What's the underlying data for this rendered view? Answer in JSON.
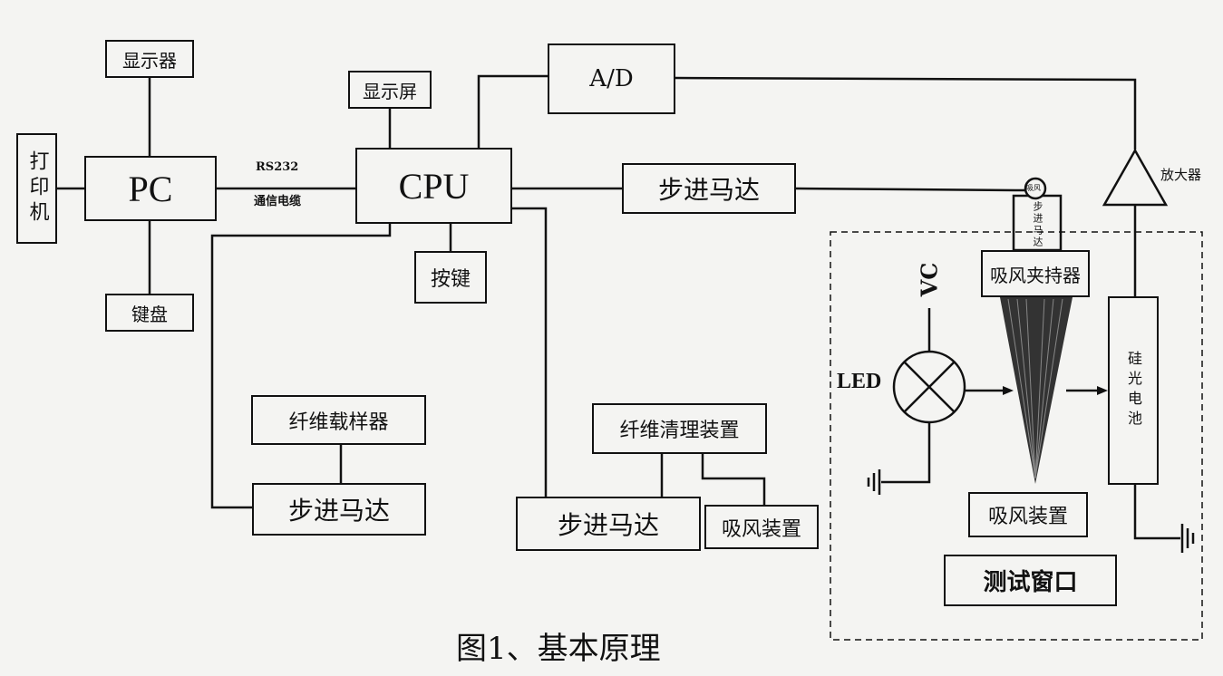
{
  "blocks": {
    "monitor": "显示器",
    "pc": "PC",
    "printer": "打印机",
    "keyboard": "键盘",
    "display_screen": "显示屏",
    "cpu": "CPU",
    "ad": "A/D",
    "buttons": "按键",
    "stepper_main": "步进马达",
    "stepper_left": "步进马达",
    "stepper_mid": "步进马达",
    "fiber_sampler": "纤维载样器",
    "fiber_cleaner": "纤维清理装置",
    "suction_small": "吸风装置",
    "suction_window": "吸风装置",
    "suction_clamp": "吸风夹持器",
    "photocell": "硅光电池",
    "test_window": "测试窗口",
    "mini_motor_top": "吸风",
    "mini_motor_text": "步进马达"
  },
  "labels": {
    "rs232": "RS232",
    "cable": "通信电缆",
    "amplifier": "放大器",
    "vc": "VC",
    "led": "LED"
  },
  "caption": "图1、基本原理"
}
